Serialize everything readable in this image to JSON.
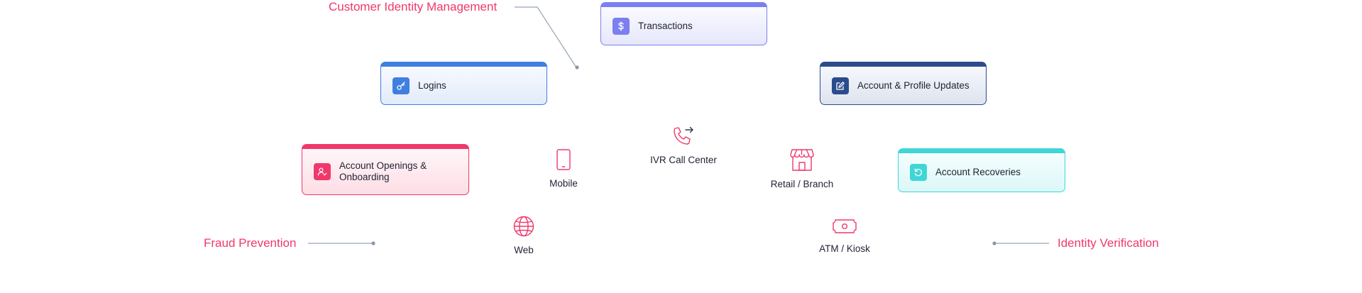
{
  "callouts": {
    "customer_identity": "Customer Identity Management",
    "fraud_prevention": "Fraud Prevention",
    "identity_verification": "Identity Verification"
  },
  "cards": {
    "transactions": {
      "label": "Transactions",
      "icon": "dollar-icon",
      "color": "#7b7ff0"
    },
    "logins": {
      "label": "Logins",
      "icon": "key-icon",
      "color": "#3f7fe0"
    },
    "account_profile": {
      "label": "Account & Profile Updates",
      "icon": "edit-icon",
      "color": "#2b4c8c"
    },
    "account_openings": {
      "label": "Account Openings & Onboarding",
      "icon": "user-check-icon",
      "color": "#f0386b"
    },
    "account_recoveries": {
      "label": "Account Recoveries",
      "icon": "refresh-icon",
      "color": "#3fd6d6"
    }
  },
  "channels": {
    "ivr": {
      "label": "IVR Call Center",
      "icon": "phone-forward-icon"
    },
    "mobile": {
      "label": "Mobile",
      "icon": "mobile-icon"
    },
    "retail": {
      "label": "Retail / Branch",
      "icon": "store-icon"
    },
    "web": {
      "label": "Web",
      "icon": "globe-icon"
    },
    "atm": {
      "label": "ATM / Kiosk",
      "icon": "banknote-icon"
    }
  }
}
